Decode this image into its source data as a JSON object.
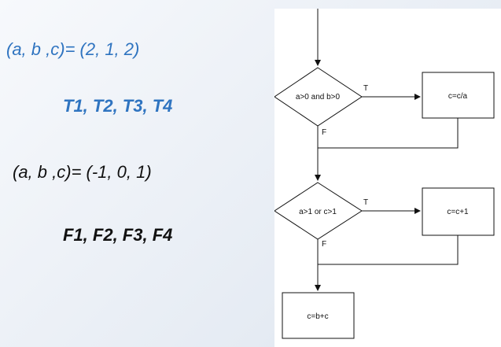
{
  "text_panel": {
    "case1_input": "(a, b ,c)= (2, 1, 2)",
    "case1_result": "T1, T2, T3, T4",
    "case2_input": "(a, b ,c)= (-1, 0, 1)",
    "case2_result": "F1, F2, F3, F4"
  },
  "flowchart": {
    "decision1": "a>0 and b>0",
    "decision2": "a>1 or c>1",
    "process1": "c=c/a",
    "process2": "c=c+1",
    "process3": "c=b+c",
    "true_label": "T",
    "false_label": "F"
  },
  "colors": {
    "accent_blue": "#2f74c0",
    "text_dark": "#111111",
    "line": "#111111"
  }
}
